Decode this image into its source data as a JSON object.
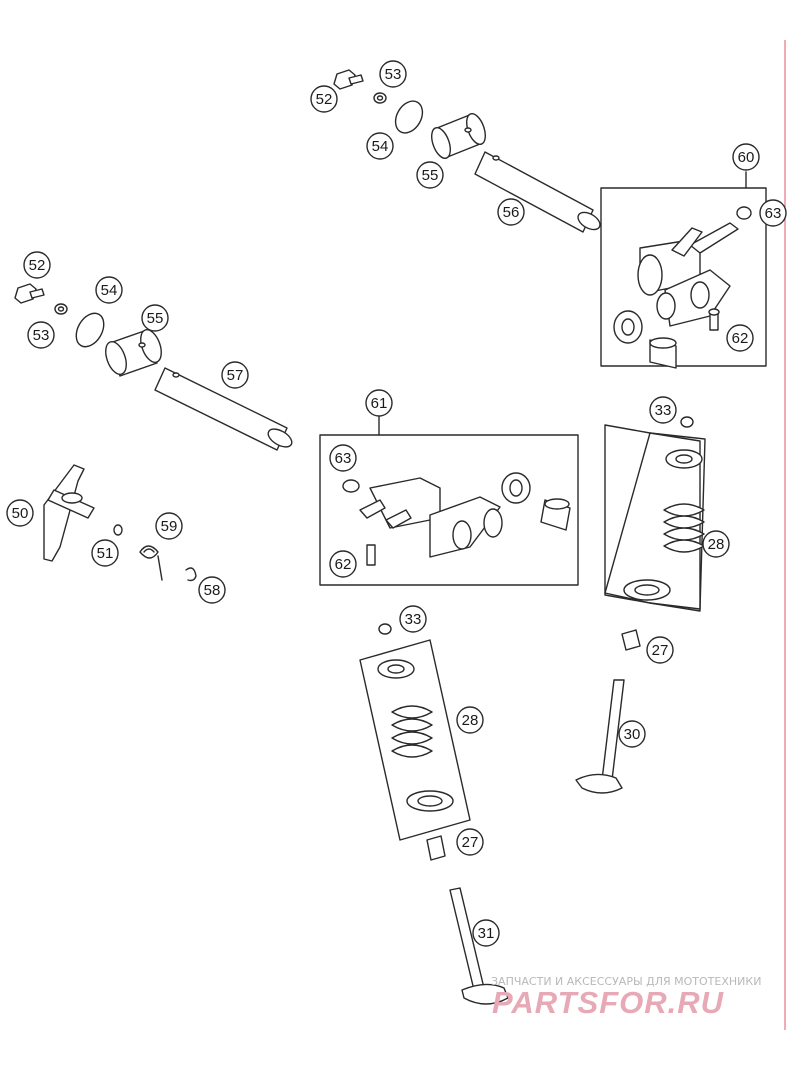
{
  "callouts": {
    "p27a": "27",
    "p27b": "27",
    "p28a": "28",
    "p28b": "28",
    "p30": "30",
    "p31": "31",
    "p33a": "33",
    "p33b": "33",
    "p50": "50",
    "p51": "51",
    "p52a": "52",
    "p52b": "52",
    "p53a": "53",
    "p53b": "53",
    "p54a": "54",
    "p54b": "54",
    "p55a": "55",
    "p55b": "55",
    "p56": "56",
    "p57": "57",
    "p58": "58",
    "p59": "59",
    "p60": "60",
    "p61": "61",
    "p62a": "62",
    "p62b": "62",
    "p63a": "63",
    "p63b": "63"
  },
  "watermark": {
    "subtitle": "ЗАПЧАСТИ И АКСЕССУАРЫ ДЛЯ МОТОТЕХНИКИ",
    "brand": "PARTSFOR.RU",
    "brand_color": "#e8a9b6",
    "subtitle_color": "#b8b8b8"
  },
  "colors": {
    "line": "#2a2a2a",
    "callout_fill": "#ffffff",
    "edge_rule": "#e05a6a"
  }
}
